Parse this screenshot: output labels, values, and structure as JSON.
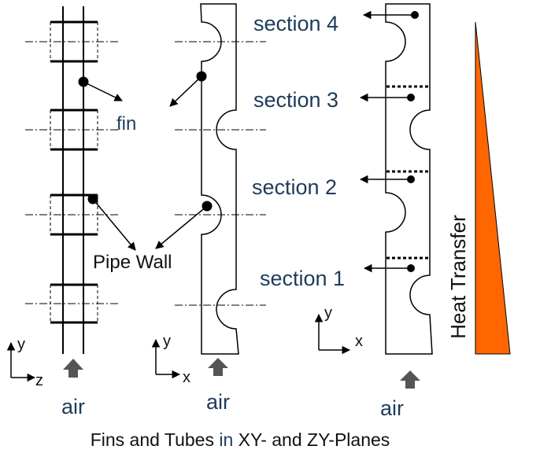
{
  "labels": {
    "fin": "fin",
    "pipe_wall": "Pipe Wall",
    "section_4": "section 4",
    "section_3": "section 3",
    "section_2": "section 2",
    "section_1": "section 1",
    "heat_transfer": "Heat Transfer"
  },
  "axes": {
    "left": {
      "vertical": "y",
      "horizontal": "z"
    },
    "middle": {
      "vertical": "y",
      "horizontal": "x"
    },
    "right": {
      "vertical": "y",
      "horizontal": "x"
    }
  },
  "air": [
    "air",
    "air",
    "air"
  ],
  "caption": {
    "part1": "Fins and Tubes ",
    "part2": "in",
    "part3": " XY- and ZY-Planes"
  },
  "colors": {
    "navy_text": "#1f3b5a",
    "heat_triangle": "#ff6600",
    "arrow_fill": "#555555"
  }
}
